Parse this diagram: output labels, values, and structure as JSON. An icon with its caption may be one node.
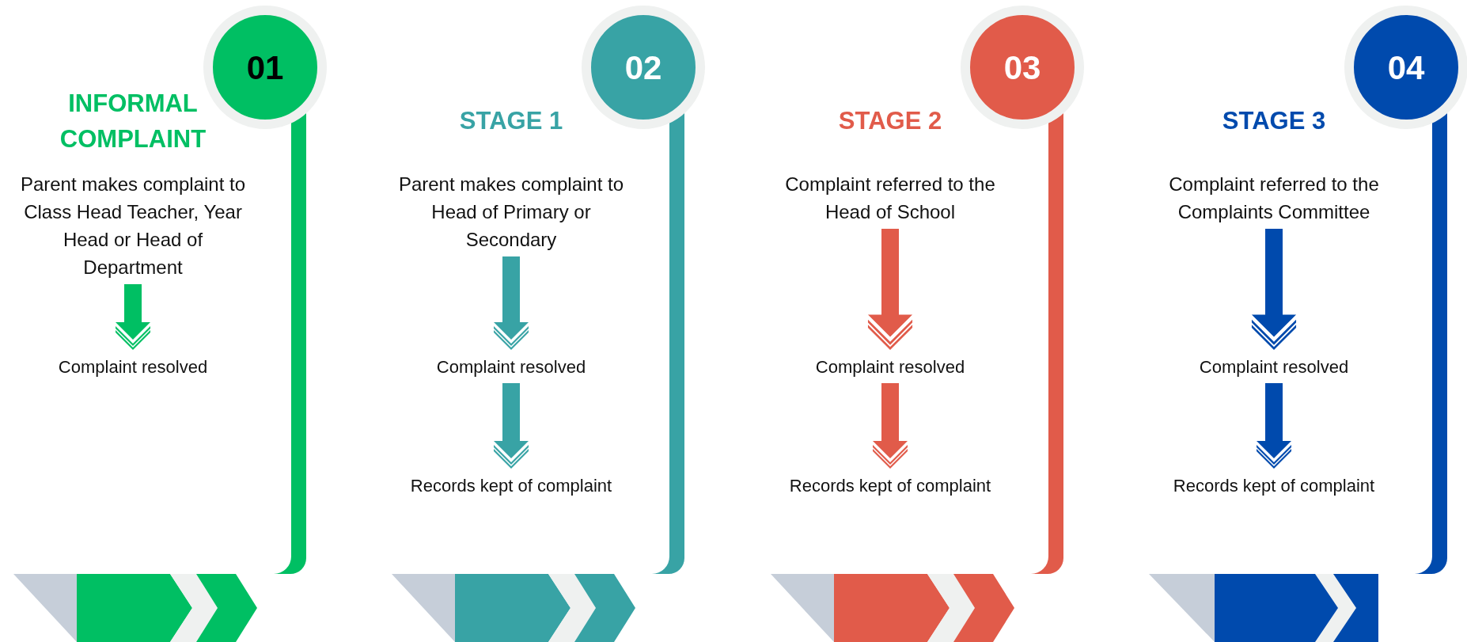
{
  "diagram": {
    "nodes": [
      {
        "text": [
          "01"
        ]
      },
      {
        "text": [
          "INFORMAL COMPLAINT",
          "Parent makes complaint to Class Head Teacher, Year Head or Head of Department"
        ]
      },
      {
        "text": [
          "Complaint resolved"
        ]
      },
      {
        "text": [
          "02"
        ]
      },
      {
        "text": [
          "STAGE 1",
          "Parent makes complaint to Head of Primary or Secondary"
        ]
      },
      {
        "text": [
          "Complaint resolved"
        ]
      },
      {
        "text": [
          "Records kept of complaint"
        ]
      },
      {
        "text": [
          "03"
        ]
      },
      {
        "text": [
          "STAGE 2",
          "Complaint referred to the Head of School"
        ]
      },
      {
        "text": [
          "Complaint resolved"
        ]
      },
      {
        "text": [
          "Records kept of complaint"
        ]
      },
      {
        "text": [
          "04"
        ]
      },
      {
        "text": [
          "STAGE 3",
          "Complaint referred to the Complaints Committee"
        ]
      },
      {
        "text": [
          "Complaint resolved"
        ]
      },
      {
        "text": [
          "Records kept of complaint"
        ]
      }
    ],
    "edges": [
      {
        "from": 1,
        "to": 2,
        "arrow": "to",
        "color": "#00bf63"
      },
      {
        "from": 4,
        "to": 5,
        "arrow": "to",
        "color": "#38a3a5"
      },
      {
        "from": 5,
        "to": 6,
        "arrow": "to",
        "color": "#38a3a5"
      },
      {
        "from": 8,
        "to": 9,
        "arrow": "to",
        "color": "#e15b4a"
      },
      {
        "from": 9,
        "to": 10,
        "arrow": "to",
        "color": "#e15b4a"
      },
      {
        "from": 12,
        "to": 13,
        "arrow": "to",
        "color": "#004aad"
      },
      {
        "from": 13,
        "to": 14,
        "arrow": "to",
        "color": "#004aad"
      }
    ]
  }
}
